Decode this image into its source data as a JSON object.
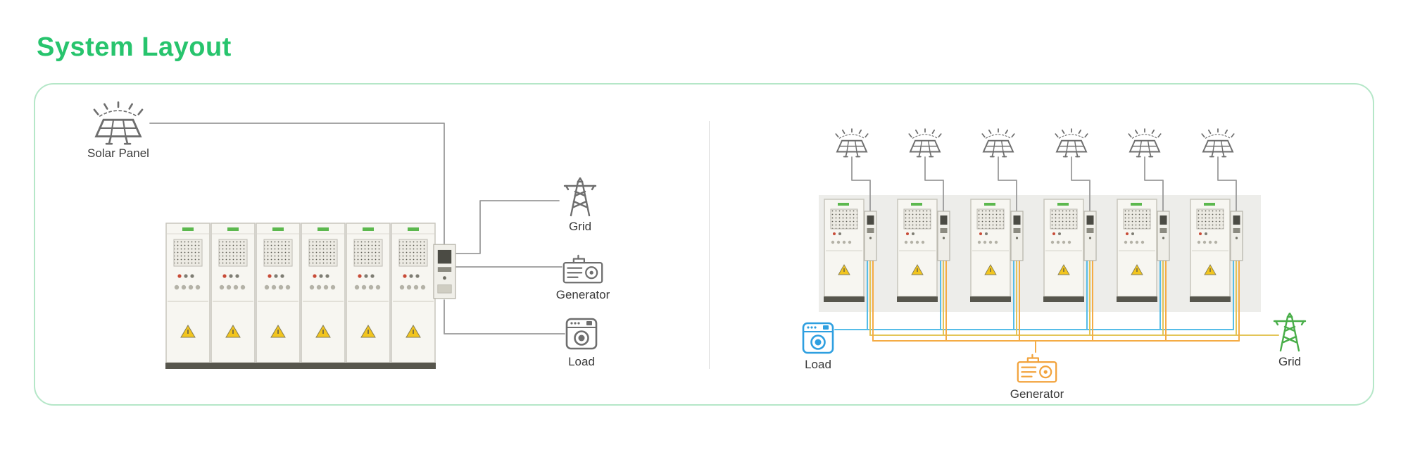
{
  "title": "System Layout",
  "colors": {
    "title-green": "#27c46d",
    "panel-border": "#b5e7c8",
    "icon-gray": "#6e6e6e",
    "wire-gray": "#9a9a9a",
    "load-blue": "#2e9fe0",
    "generator-orange": "#f2a33c",
    "grid-green": "#49ae49",
    "wire-blue": "#56bde8",
    "wire-yellow": "#e3c558",
    "wire-orange": "#f5ac45"
  },
  "left_diagram": {
    "solar_label": "Solar Panel",
    "grid_label": "Grid",
    "generator_label": "Generator",
    "load_label": "Load"
  },
  "right_diagram": {
    "load_label": "Load",
    "generator_label": "Generator",
    "grid_label": "Grid"
  }
}
